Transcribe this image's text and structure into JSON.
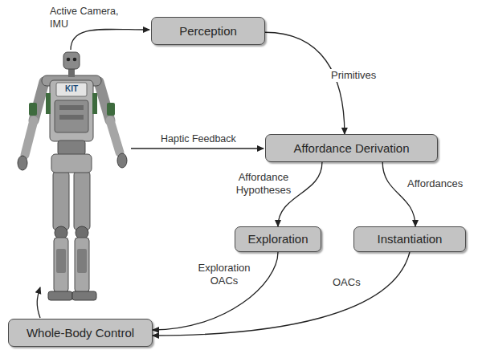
{
  "diagram": {
    "nodes": [
      {
        "text": [
          "Perception"
        ]
      },
      {
        "text": [
          "Affordance Derivation"
        ]
      },
      {
        "text": [
          "Exploration"
        ]
      },
      {
        "text": [
          "Instantiation"
        ]
      },
      {
        "text": [
          "Whole-Body Control"
        ]
      }
    ],
    "edges": [
      {
        "from": 0,
        "to": 1,
        "label": "Primitives",
        "arrow": "to"
      },
      {
        "from": 1,
        "to": 2,
        "label": "Affordance Hypotheses",
        "arrow": "to"
      },
      {
        "from": 1,
        "to": 3,
        "label": "Affordances",
        "arrow": "to"
      },
      {
        "from": 2,
        "to": 4,
        "label": "Exploration OACs",
        "arrow": "to"
      },
      {
        "from": 3,
        "to": 4,
        "label": "OACs",
        "arrow": "to"
      }
    ],
    "labels": [
      "Active Camera, IMU",
      "Haptic Feedback",
      "KIT"
    ]
  }
}
